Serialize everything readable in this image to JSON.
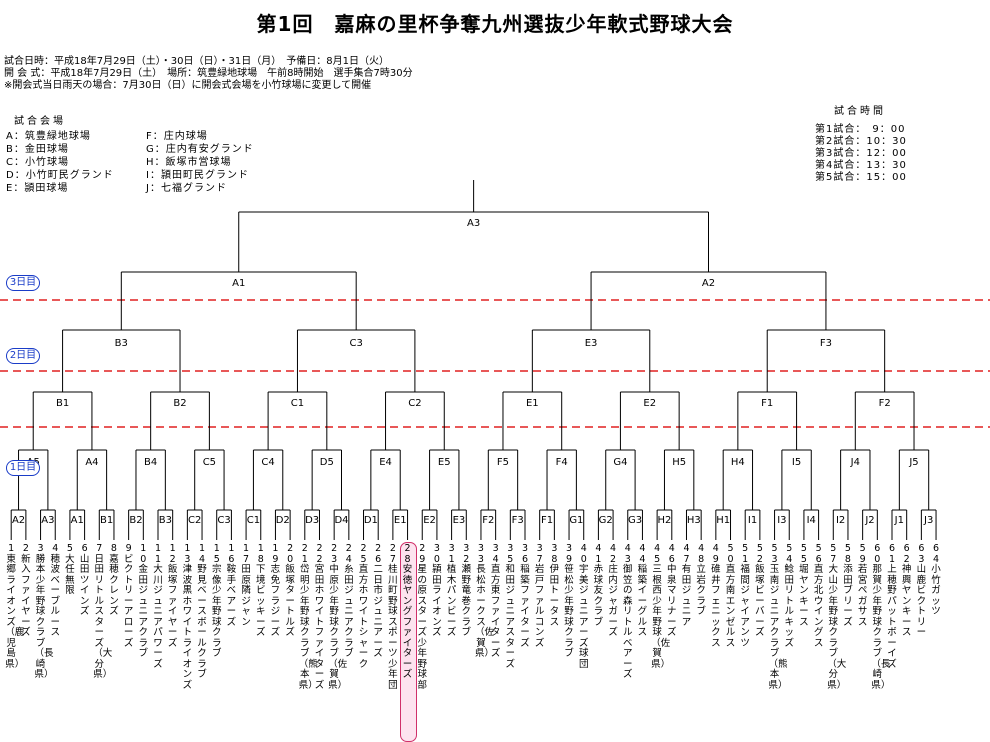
{
  "title": "第1回　嘉麻の里杯争奪九州選抜少年軟式野球大会",
  "info": {
    "line1": "試合日時：平成18年7月29日（土）・30日（日）・31日（月）　予備日：8月1日（火）",
    "line2": "開 会 式：平成18年7月29日（土）　場所：筑豊緑地球場　午前8時開始　選手集合7時30分",
    "line3": "※開会式当日雨天の場合：7月30日（日）に開会式会場を小竹球場に変更して開催"
  },
  "venues": {
    "heading": "試合会場",
    "left": [
      "A：筑豊緑地球場",
      "B：金田球場",
      "C：小竹球場",
      "D：小竹町民グランド",
      "E：頴田球場"
    ],
    "right": [
      "F：庄内球場",
      "G：庄内有安グランド",
      "H：飯塚市営球場",
      "I：頴田町民グランド",
      "J：七福グランド"
    ]
  },
  "times": {
    "heading": "試合時間",
    "rows": [
      "第1試合：　9：00",
      "第2試合：10：30",
      "第3試合：12：00",
      "第4試合：13：30",
      "第5試合：15：00"
    ]
  },
  "days": [
    "3日目",
    "2日目",
    "1日目"
  ],
  "match_labels": {
    "final": "A3",
    "semi": [
      "A1",
      "A2"
    ],
    "quarter": [
      "B3",
      "C3",
      "E3",
      "F3"
    ],
    "r16": [
      "B1",
      "B2",
      "C1",
      "C2",
      "E1",
      "E2",
      "F1",
      "F2"
    ],
    "r32": [
      "A5",
      "A4",
      "B4",
      "C5",
      "C4",
      "D5",
      "E4",
      "E5",
      "F5",
      "F4",
      "G4",
      "H5",
      "H4",
      "I5",
      "J4",
      "J5"
    ],
    "r64": [
      "A2",
      "A3",
      "A1",
      "B1",
      "B2",
      "B3",
      "C2",
      "C3",
      "C1",
      "D2",
      "D3",
      "D4",
      "D1",
      "E1",
      "E2",
      "E3",
      "F2",
      "F3",
      "F1",
      "G1",
      "G2",
      "G3",
      "H2",
      "H3",
      "H1",
      "I1",
      "I3",
      "I4",
      "I2",
      "J2",
      "J1",
      "J3"
    ]
  },
  "teams": [
    "東郷ライオンズ（鹿児島県）",
    "新入ファイヤーズ",
    "勝本少年野球クラブ（長崎県）",
    "穂波ベーブルース",
    "大任無限",
    "山田ツインズ",
    "日田リトルスターズ（大分県）",
    "嘉穂クレンズ",
    "ビクトリーアローズ",
    "金田ジュニアクラブ",
    "大川ジュニアパワーズ",
    "飯塚ファイヤーズ",
    "津波黒ホワイトライオンズ",
    "野見ベースボールクラブ",
    "宗像少年野球クラブ",
    "鞍手ベアーズ",
    "田原隣ジャン",
    "下境ビッキーズ",
    "志免フラジーズ",
    "飯塚タートルズ",
    "岱明少年野球クラブ（熊本県）",
    "宮田ホワイトファイターズ",
    "中原少年野球クラブ（佐賀県）",
    "糸田ジュニアクラブ",
    "直方ホワイトシャーク",
    "二日市ジュニアーズ",
    "桂川町野球スポーツ少年団",
    "安徳ヤングファイターズ",
    "星の原スターズ少年野球部",
    "頴田ライオンズ",
    "植木パンビーズ",
    "瀬野竜巻クラブ",
    "長松ホークス（佐賀県）",
    "直方東ファイターズ",
    "和田ジュニアスターズ",
    "稲築ファイターズ",
    "岩戸ファルコンズ",
    "伊田トータス",
    "笹松少年野球クラブ",
    "宇美ジュニアーズ球団",
    "赤球友クラブ",
    "庄内ジャガーズ",
    "御笠の森リトルベアーズ",
    "稲築イーグルス",
    "三根西少年野球（佐賀県）",
    "中泉マリナーズ",
    "有田ジュニア",
    "立岩クラブ",
    "碓井フェニックス",
    "直方南エンゼルス",
    "福間ジャイアンツ",
    "飯塚ビーバーズ",
    "玉南ジュニアクラブ（熊本県）",
    "鯰田リトルキッズ",
    "堀ヤンキース",
    "直方北ウイングス",
    "大山少年野球クラブ（大分県）",
    "添田ブリーズ",
    "若宮ペガサス",
    "那賀少年野球クラブ（長崎県）",
    "上穂野パットボーイズ",
    "神興ヤンキース",
    "山鹿ビクトリー",
    "小竹ガッツ"
  ],
  "highlight_team_number": 28
}
